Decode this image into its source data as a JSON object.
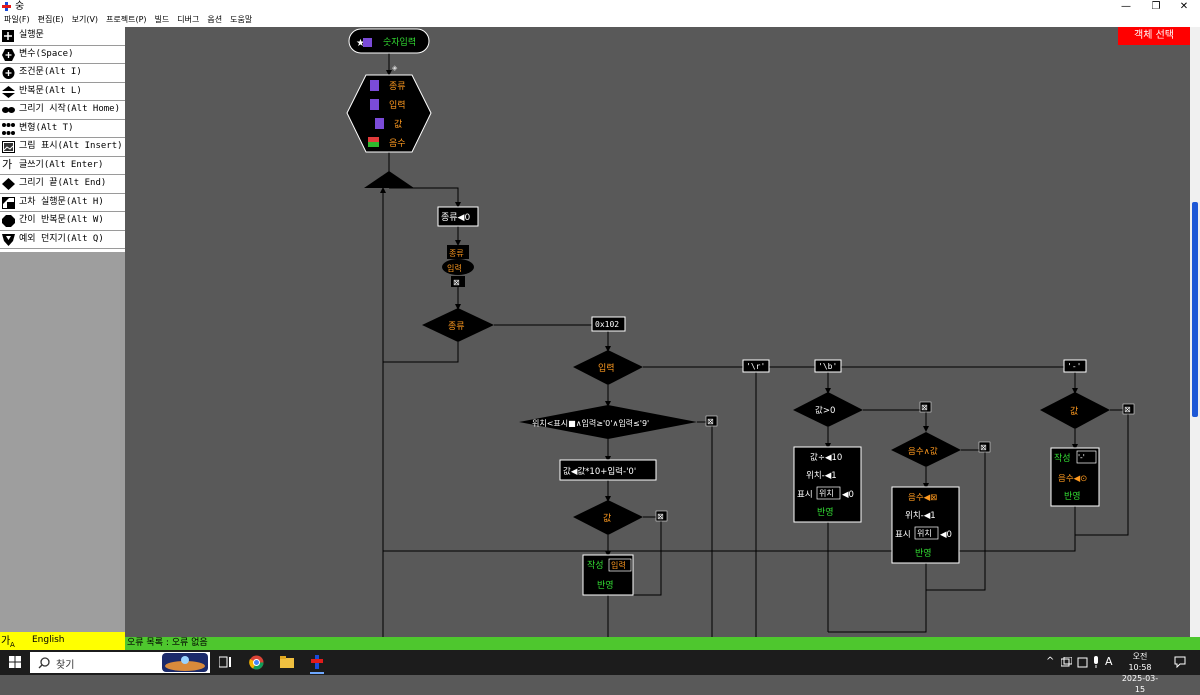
{
  "window": {
    "title": "숭",
    "restore_glyph": "❐",
    "close_glyph": "✕",
    "minimize_glyph": "—"
  },
  "menu": [
    "파일(F)",
    "편집(E)",
    "보기(V)",
    "프로젝트(P)",
    "빌드",
    "디버그",
    "옵션",
    "도움말"
  ],
  "sidebar": [
    {
      "label": "실행문",
      "icon": "plus-box-icon"
    },
    {
      "label": "변수(Space)",
      "icon": "hexagon-icon"
    },
    {
      "label": "조건문(Alt I)",
      "icon": "diamond-plus-icon"
    },
    {
      "label": "반복문(Alt L)",
      "icon": "loop-icon"
    },
    {
      "label": "그리기 시작(Alt Home)",
      "icon": "draw-start-icon"
    },
    {
      "label": "변형(Alt T)",
      "icon": "grid-dots-icon"
    },
    {
      "label": "그림 표시(Alt Insert)",
      "icon": "image-icon"
    },
    {
      "label": "글쓰기(Alt Enter)",
      "icon": "text-ga-icon",
      "glyph": "가"
    },
    {
      "label": "그리기 끝(Alt End)",
      "icon": "draw-end-icon"
    },
    {
      "label": "고차 실행문(Alt H)",
      "icon": "higher-order-icon"
    },
    {
      "label": "간이 반복문(Alt W)",
      "icon": "simple-loop-icon"
    },
    {
      "label": "예외 던지기(Alt Q)",
      "icon": "throw-icon"
    }
  ],
  "object_select": "객체 선택",
  "ime": {
    "korean": "가",
    "mode": "A",
    "lang": "English"
  },
  "error_bar": "오류 목록 : 오류 없음",
  "search": {
    "label": "찾기"
  },
  "clock": {
    "time": "오전 10:58",
    "date": "2025-03-15"
  },
  "tray": {
    "caret": "^",
    "ime": "A"
  },
  "flow": {
    "start": "숫자입력",
    "vars": [
      "종류",
      "입력",
      "값",
      "음수"
    ],
    "assign_kind": "종류◀0",
    "call": {
      "top": "종류",
      "mid": "입력",
      "bot": "⊠"
    },
    "cond_kind": "종류",
    "case_0x102": "0x102",
    "cond_input": "입력",
    "case_r": "'\\r'",
    "case_b": "'\\b'",
    "case_minus": "'-'",
    "cond_digit": "위치<표시■∧입력≥'0'∧입력≤'9'",
    "assign_val": "값◀값*10+입력-'0'",
    "cond_val": "값",
    "write_block": [
      "작성",
      "입력",
      "반영"
    ],
    "cond_val_gt0": "값>0",
    "gt0_block": [
      "값÷◀10",
      "위치-◀1",
      "표시",
      "위치",
      "◀0",
      "반영"
    ],
    "cond_neg": "음수∧값",
    "neg_block": [
      "음수◀⊠",
      "위치-◀1",
      "표시",
      "위치",
      "◀0",
      "반영"
    ],
    "cond_val2": "값",
    "minus_block": [
      "작성",
      "'-'",
      "음수◀⊙",
      "반영"
    ],
    "x_mark": "⊠"
  },
  "colors": {
    "accent": "#ff0000",
    "orange": "#ff9a1f",
    "green": "#33dd33",
    "yellow": "#ffff00",
    "errbar": "#4ec72e"
  }
}
